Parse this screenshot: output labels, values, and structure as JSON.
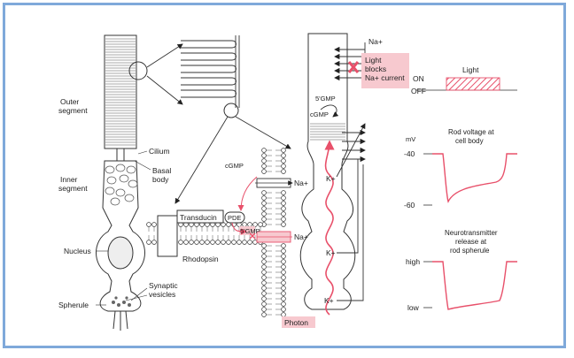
{
  "labels": {
    "outer_segment": [
      "Outer",
      "segment"
    ],
    "cilium": "Cilium",
    "basal_body": [
      "Basal",
      "body"
    ],
    "inner_segment": [
      "Inner",
      "segment"
    ],
    "nucleus": "Nucleus",
    "spherule": "Spherule",
    "synaptic_vesicles": [
      "Synaptic",
      "vesicles"
    ],
    "transducin": "Transducin",
    "pde": "PDE",
    "rhodopsin": "Rhodopsin",
    "cgmp_left": "cGMP",
    "five_gmp_left": "5'GMP",
    "na_membrane_upper": "Na+",
    "na_membrane_lower": "Na+",
    "na_top": "Na+",
    "light_blocks": [
      "Light",
      "blocks",
      "Na+ current"
    ],
    "five_gmp_right": "5'GMP",
    "cgmp_right": "cGMP",
    "k_plus": [
      "K+",
      "K+",
      "K+"
    ],
    "photon": "Photon"
  },
  "panels": {
    "light": {
      "title": "Light",
      "on": "ON",
      "off": "OFF"
    },
    "voltage": {
      "title": [
        "Rod voltage at",
        "cell body"
      ],
      "unit": "mV",
      "tick_high": "-40",
      "tick_low": "-60"
    },
    "transmitter": {
      "title": [
        "Neurotransmitter",
        "release at",
        "rod spherule"
      ],
      "tick_high": "high",
      "tick_low": "low"
    }
  },
  "colors": {
    "frame": "#7fa9da",
    "accent": "#e8506a",
    "highlight": "#f7c9cf",
    "line": "#333333"
  }
}
